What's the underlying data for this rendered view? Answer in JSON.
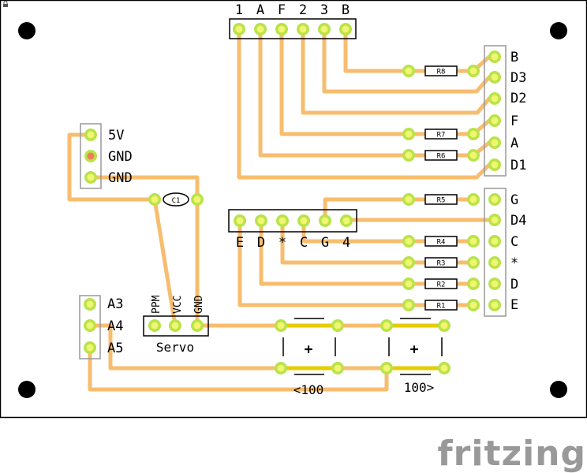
{
  "colors": {
    "trace": "#f7bd6e",
    "pad_ring": "#b9e34a",
    "pad_hole": "#f1f56f",
    "pad_special": "#f07d58",
    "trace_highlight": "#e6cd00",
    "outline": "#000000",
    "connector": "#999999"
  },
  "header_top": {
    "labels": [
      "1",
      "A",
      "F",
      "2",
      "3",
      "B"
    ]
  },
  "header_right_top": {
    "labels": [
      "B",
      "D3",
      "D2",
      "F",
      "A",
      "D1"
    ]
  },
  "header_right_bottom": {
    "labels": [
      "G",
      "D4",
      "C",
      "*",
      "D",
      "E"
    ]
  },
  "header_middle": {
    "labels": [
      "E",
      "D",
      "*",
      "C",
      "G",
      "4"
    ]
  },
  "header_power": {
    "labels": [
      "5V",
      "GND",
      "GND"
    ]
  },
  "header_analog": {
    "labels": [
      "A3",
      "A4",
      "A5"
    ]
  },
  "servo": {
    "title": "Servo",
    "pins": [
      "PPM",
      "VCC",
      "GND"
    ]
  },
  "resistors": [
    "R8",
    "R7",
    "R6",
    "R5",
    "R4",
    "R3",
    "R2",
    "R1"
  ],
  "capacitor": {
    "label": "C1"
  },
  "buttons": [
    {
      "symbol": "+",
      "caption": "<100"
    },
    {
      "symbol": "+",
      "caption": "100>"
    }
  ],
  "watermark": "fritzing"
}
